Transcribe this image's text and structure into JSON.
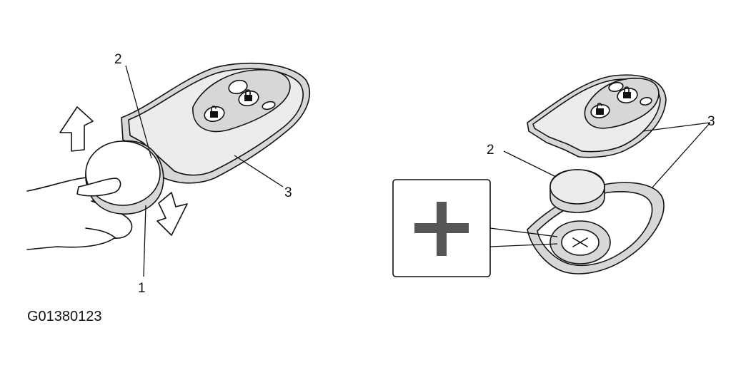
{
  "figure": {
    "code": "G01380123"
  },
  "callouts": {
    "left": {
      "battery": "1",
      "edge": "2",
      "case": "3"
    },
    "right": {
      "battery": "2",
      "case": "3"
    }
  },
  "inset": {
    "polarity_symbol": "+"
  },
  "colors": {
    "ink": "#111111",
    "shade": "#d7d7d7",
    "paper": "#ffffff"
  }
}
